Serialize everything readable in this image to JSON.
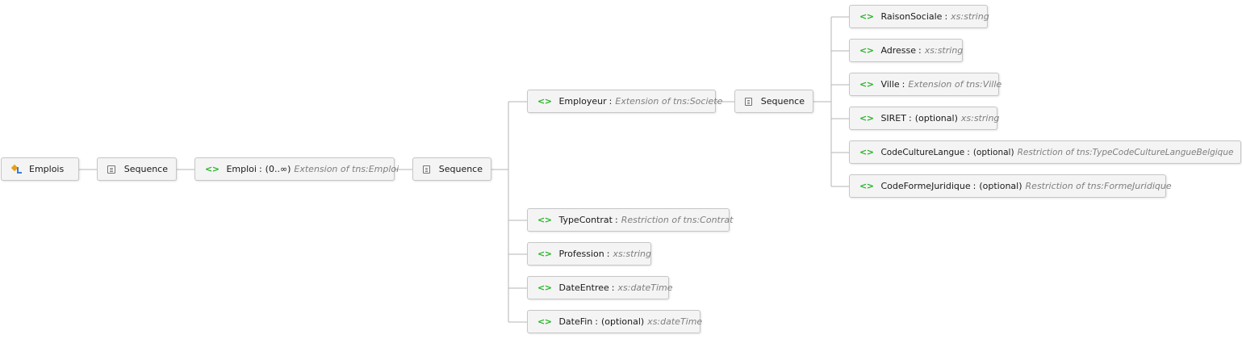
{
  "root": {
    "label": "Emplois"
  },
  "seq1": {
    "label": "Sequence"
  },
  "emploi": {
    "name": "Emploi",
    "occurs": "(0..∞)",
    "type": "Extension of tns:Emploi"
  },
  "seq2": {
    "label": "Sequence"
  },
  "employeur": {
    "name": "Employeur",
    "type": "Extension of tns:Societe"
  },
  "seq3": {
    "label": "Sequence"
  },
  "societe_fields": [
    {
      "name": "RaisonSociale",
      "occurs": "",
      "type": "xs:string"
    },
    {
      "name": "Adresse",
      "occurs": "",
      "type": "xs:string"
    },
    {
      "name": "Ville",
      "occurs": "",
      "type": "Extension of tns:Ville"
    },
    {
      "name": "SIRET",
      "occurs": "(optional)",
      "type": "xs:string"
    },
    {
      "name": "CodeCultureLangue",
      "occurs": "(optional)",
      "type": "Restriction of tns:TypeCodeCultureLangueBelgique"
    },
    {
      "name": "CodeFormeJuridique",
      "occurs": "(optional)",
      "type": "Restriction of tns:FormeJuridique"
    }
  ],
  "emploi_fields": [
    {
      "name": "TypeContrat",
      "occurs": "",
      "type": "Restriction of tns:Contrat"
    },
    {
      "name": "Profession",
      "occurs": "",
      "type": "xs:string"
    },
    {
      "name": "DateEntree",
      "occurs": "",
      "type": "xs:dateTime"
    },
    {
      "name": "DateFin",
      "occurs": "(optional)",
      "type": "xs:dateTime"
    }
  ],
  "icons": {
    "element": "element-icon",
    "sequence": "sequence-icon",
    "root": "complex-type-icon"
  },
  "colors": {
    "element_icon": "#22b422",
    "type_text": "#7f7f7f",
    "connector": "#b4b4b4"
  }
}
